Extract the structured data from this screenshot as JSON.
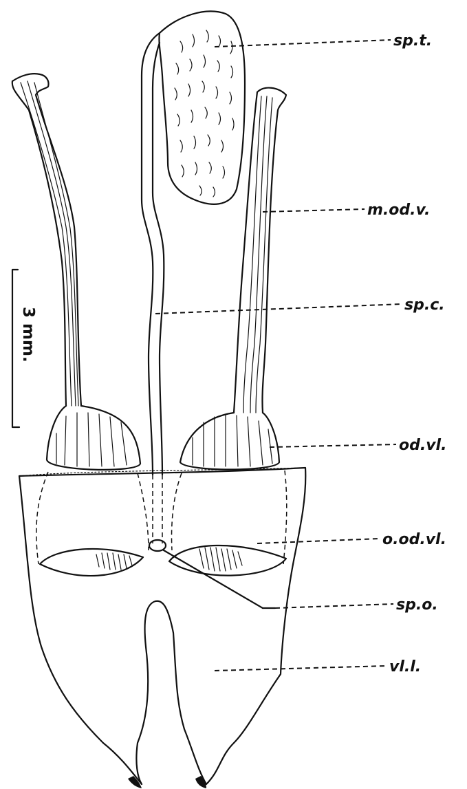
{
  "labels": {
    "spermatheca": "sp.t.",
    "median_oviduct": "m.od.v.",
    "spermathecal_canal": "sp.c.",
    "oviducal_valve": "od.vl.",
    "opening_oviducal_valve": "o.od.vl.",
    "spermathecal_opening": "sp.o.",
    "valvula": "vl.l."
  },
  "scale_bar": {
    "value": 3,
    "unit": "mm.",
    "text": "3 mm."
  },
  "colors": {
    "ink": "#111111",
    "background": "#ffffff"
  }
}
